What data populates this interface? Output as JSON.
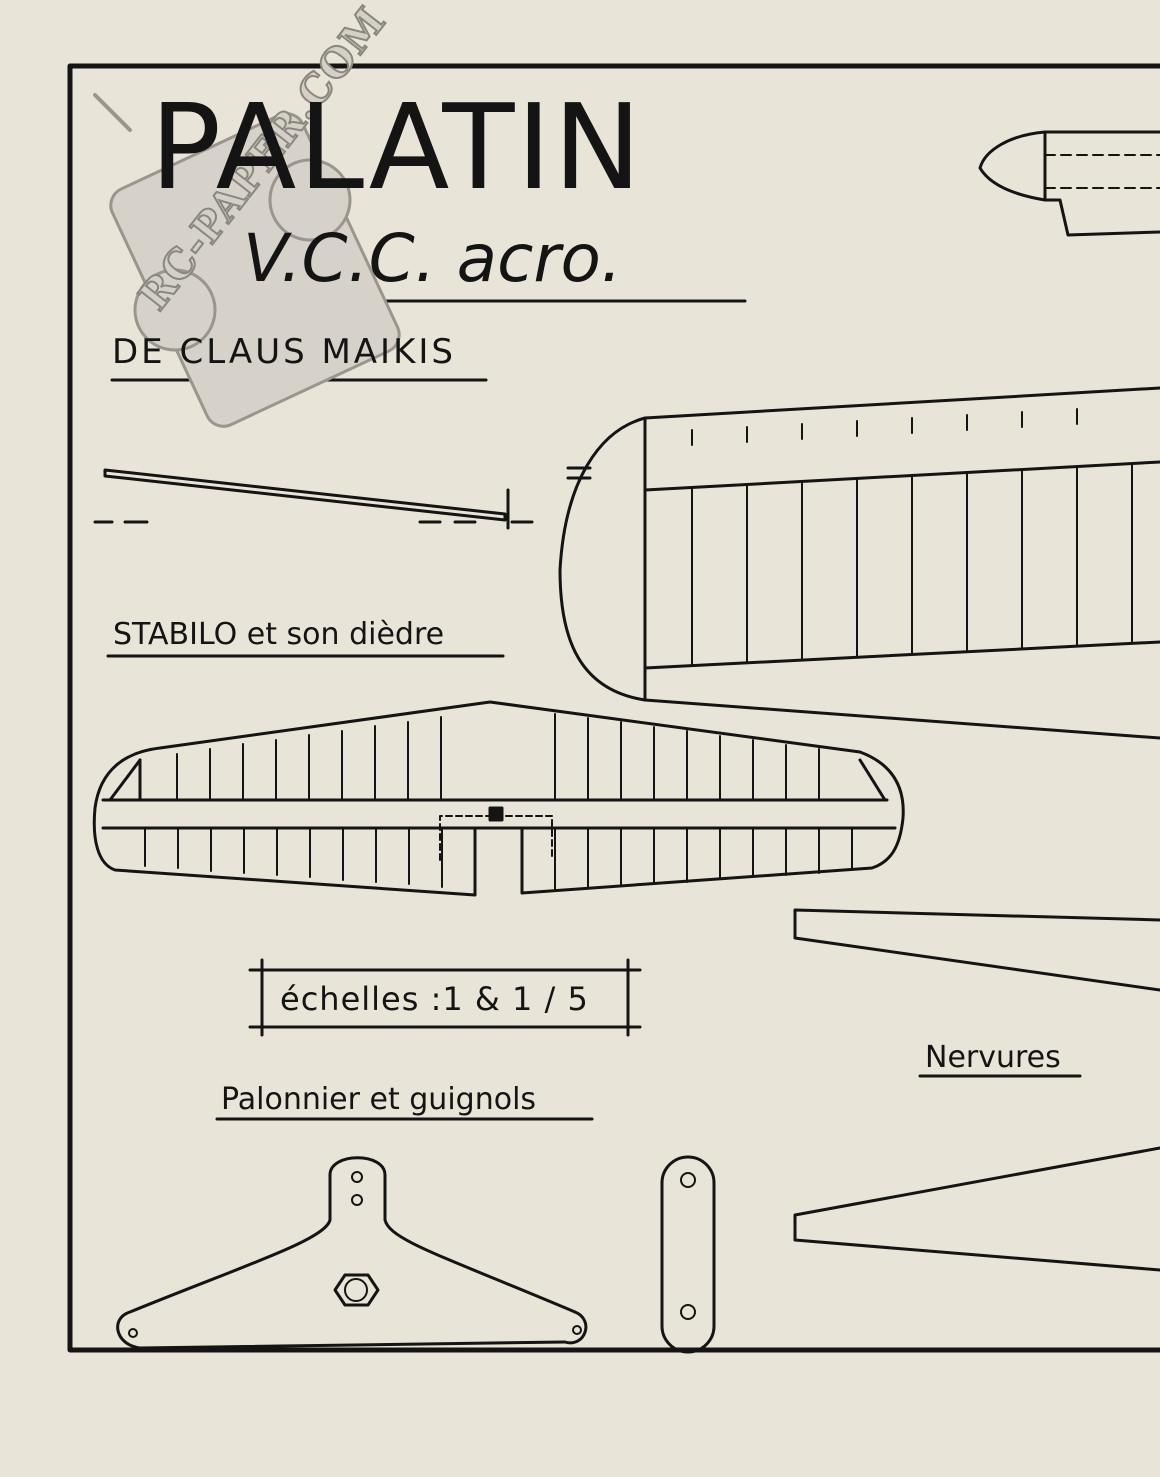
{
  "plan": {
    "title": "PALATIN",
    "subtitle": "V.C.C. acro.",
    "author": "DE CLAUS   MAIKIS",
    "stabilo_label": "STABILO et son dièdre",
    "scale_label": "échelles :1 & 1 / 5",
    "palonnier_label": "Palonnier et guignols",
    "nervures_label": "Nervures"
  },
  "watermark": {
    "text": "RC-PAPER.COM"
  },
  "colors": {
    "paper": "#e9e4d8",
    "ink": "#141414"
  }
}
